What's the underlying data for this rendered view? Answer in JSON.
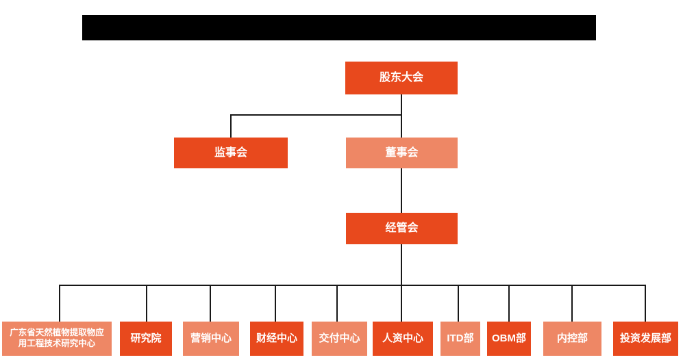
{
  "title_bar": {
    "type": "redacted-black-bar",
    "text": ""
  },
  "colors": {
    "primary_box": "#E8491D",
    "secondary_box": "#EE8765",
    "box_text": "#FFFFFF",
    "connector_line": "#171717",
    "background": "#FFFFFF",
    "title_bar": "#000000"
  },
  "org": {
    "root": {
      "label": "股东大会",
      "variant": "primary"
    },
    "level2": [
      {
        "label": "监事会",
        "variant": "primary"
      },
      {
        "label": "董事会",
        "variant": "secondary"
      }
    ],
    "level3": {
      "label": "经管会",
      "variant": "primary"
    },
    "departments": [
      {
        "label": "广东省天然植物提取物应用工程技术研究中心",
        "variant": "secondary"
      },
      {
        "label": "研究院",
        "variant": "primary"
      },
      {
        "label": "营销中心",
        "variant": "secondary"
      },
      {
        "label": "财经中心",
        "variant": "primary"
      },
      {
        "label": "交付中心",
        "variant": "secondary"
      },
      {
        "label": "人资中心",
        "variant": "primary"
      },
      {
        "label": "ITD部",
        "variant": "secondary"
      },
      {
        "label": "OBM部",
        "variant": "primary"
      },
      {
        "label": "内控部",
        "variant": "secondary"
      },
      {
        "label": "投资发展部",
        "variant": "primary"
      }
    ]
  }
}
